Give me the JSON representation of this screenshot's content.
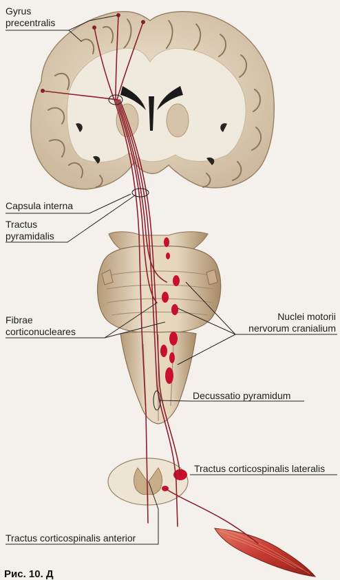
{
  "labels": {
    "gyrus_precentralis": [
      "Gyrus",
      "precentralis"
    ],
    "capsula_interna": "Capsula interna",
    "tractus_pyramidalis": [
      "Tractus",
      "pyramidalis"
    ],
    "fibrae_corticonucleares": [
      "Fibrae",
      "corticonucleares"
    ],
    "nuclei_motorii": [
      "Nuclei motorii",
      "nervorum cranialium"
    ],
    "decussatio_pyramidum": "Decussatio pyramidum",
    "tractus_corticospinalis_lateralis": "Tractus corticospinalis lateralis",
    "tractus_corticospinalis_anterior": "Tractus corticospinalis anterior"
  },
  "caption": "Рис. 10. Д",
  "colors": {
    "tract": "#8c1e2e",
    "nucleus": "#c8102e",
    "brain_outer": "#d9cbb6",
    "white_matter": "#efe8dc",
    "ventricle": "#1a1a1a",
    "brainstem": "#dccbb0",
    "muscle": "#c9463a",
    "leader": "#222222"
  }
}
